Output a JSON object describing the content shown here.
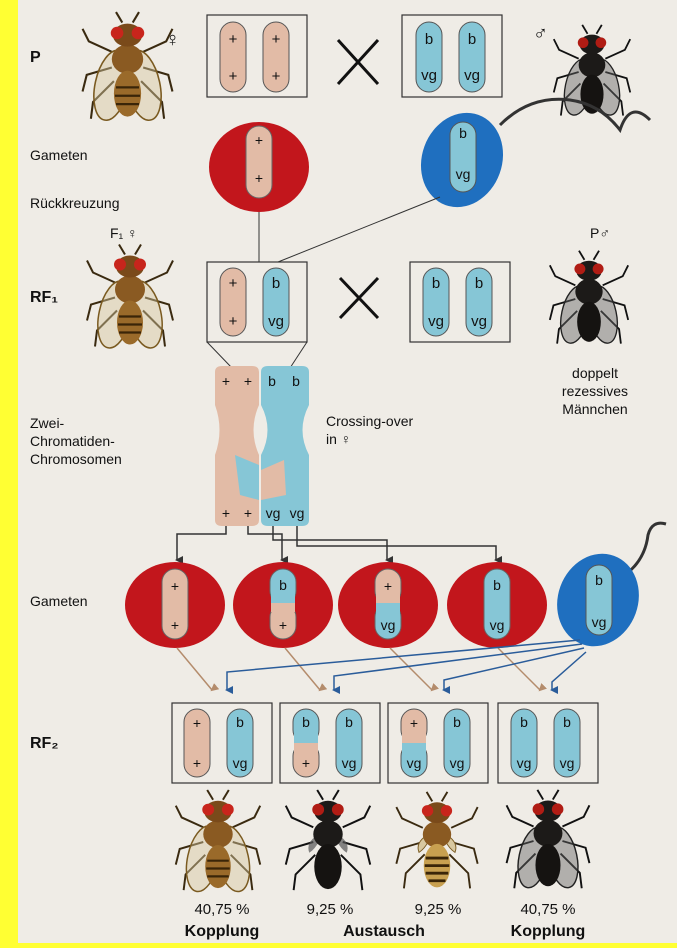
{
  "labels": {
    "p": "P",
    "female_symbol": "♀",
    "male_symbol": "♂",
    "gameten_top": "Gameten",
    "rueckkreuzung": "Rückkreuzung",
    "f1_female": "F₁ ♀",
    "p_male": "P♂",
    "rf1": "RF₁",
    "doppelt": "doppelt",
    "rezessives": "rezessives",
    "maennchen": "Männchen",
    "zwei": "Zwei-",
    "chromatiden": "Chromatiden-",
    "chromosomen": "Chromosomen",
    "crossing_over": "Crossing-over",
    "in_female": "in ♀",
    "gameten_mid": "Gameten",
    "rf2": "RF₂"
  },
  "alleles": {
    "plus": "+",
    "b": "b",
    "vg": "vg"
  },
  "results": [
    {
      "percent": "40,75 %"
    },
    {
      "percent": "9,25 %"
    },
    {
      "percent": "9,25 %"
    },
    {
      "percent": "40,75 %"
    }
  ],
  "result_labels": {
    "left": "Kopplung",
    "middle": "Austausch",
    "right": "Kopplung"
  },
  "colors": {
    "background": "#ffff33",
    "paper": "#efece6",
    "wildtype_chromosome": "#e2bba6",
    "mutant_chromosome": "#86c6d6",
    "egg_cell": "#c2161c",
    "sperm_cell": "#1f6fbf",
    "arrow_dark": "#333333",
    "arrow_tan": "#b48c6c",
    "arrow_blue": "#2a5c9a"
  },
  "icons": [
    "fly-wildtype-icon",
    "fly-black-vestigial-icon",
    "fly-vestigial-icon",
    "fly-black-icon",
    "cross-icon",
    "sperm-icon",
    "egg-cell-icon"
  ]
}
